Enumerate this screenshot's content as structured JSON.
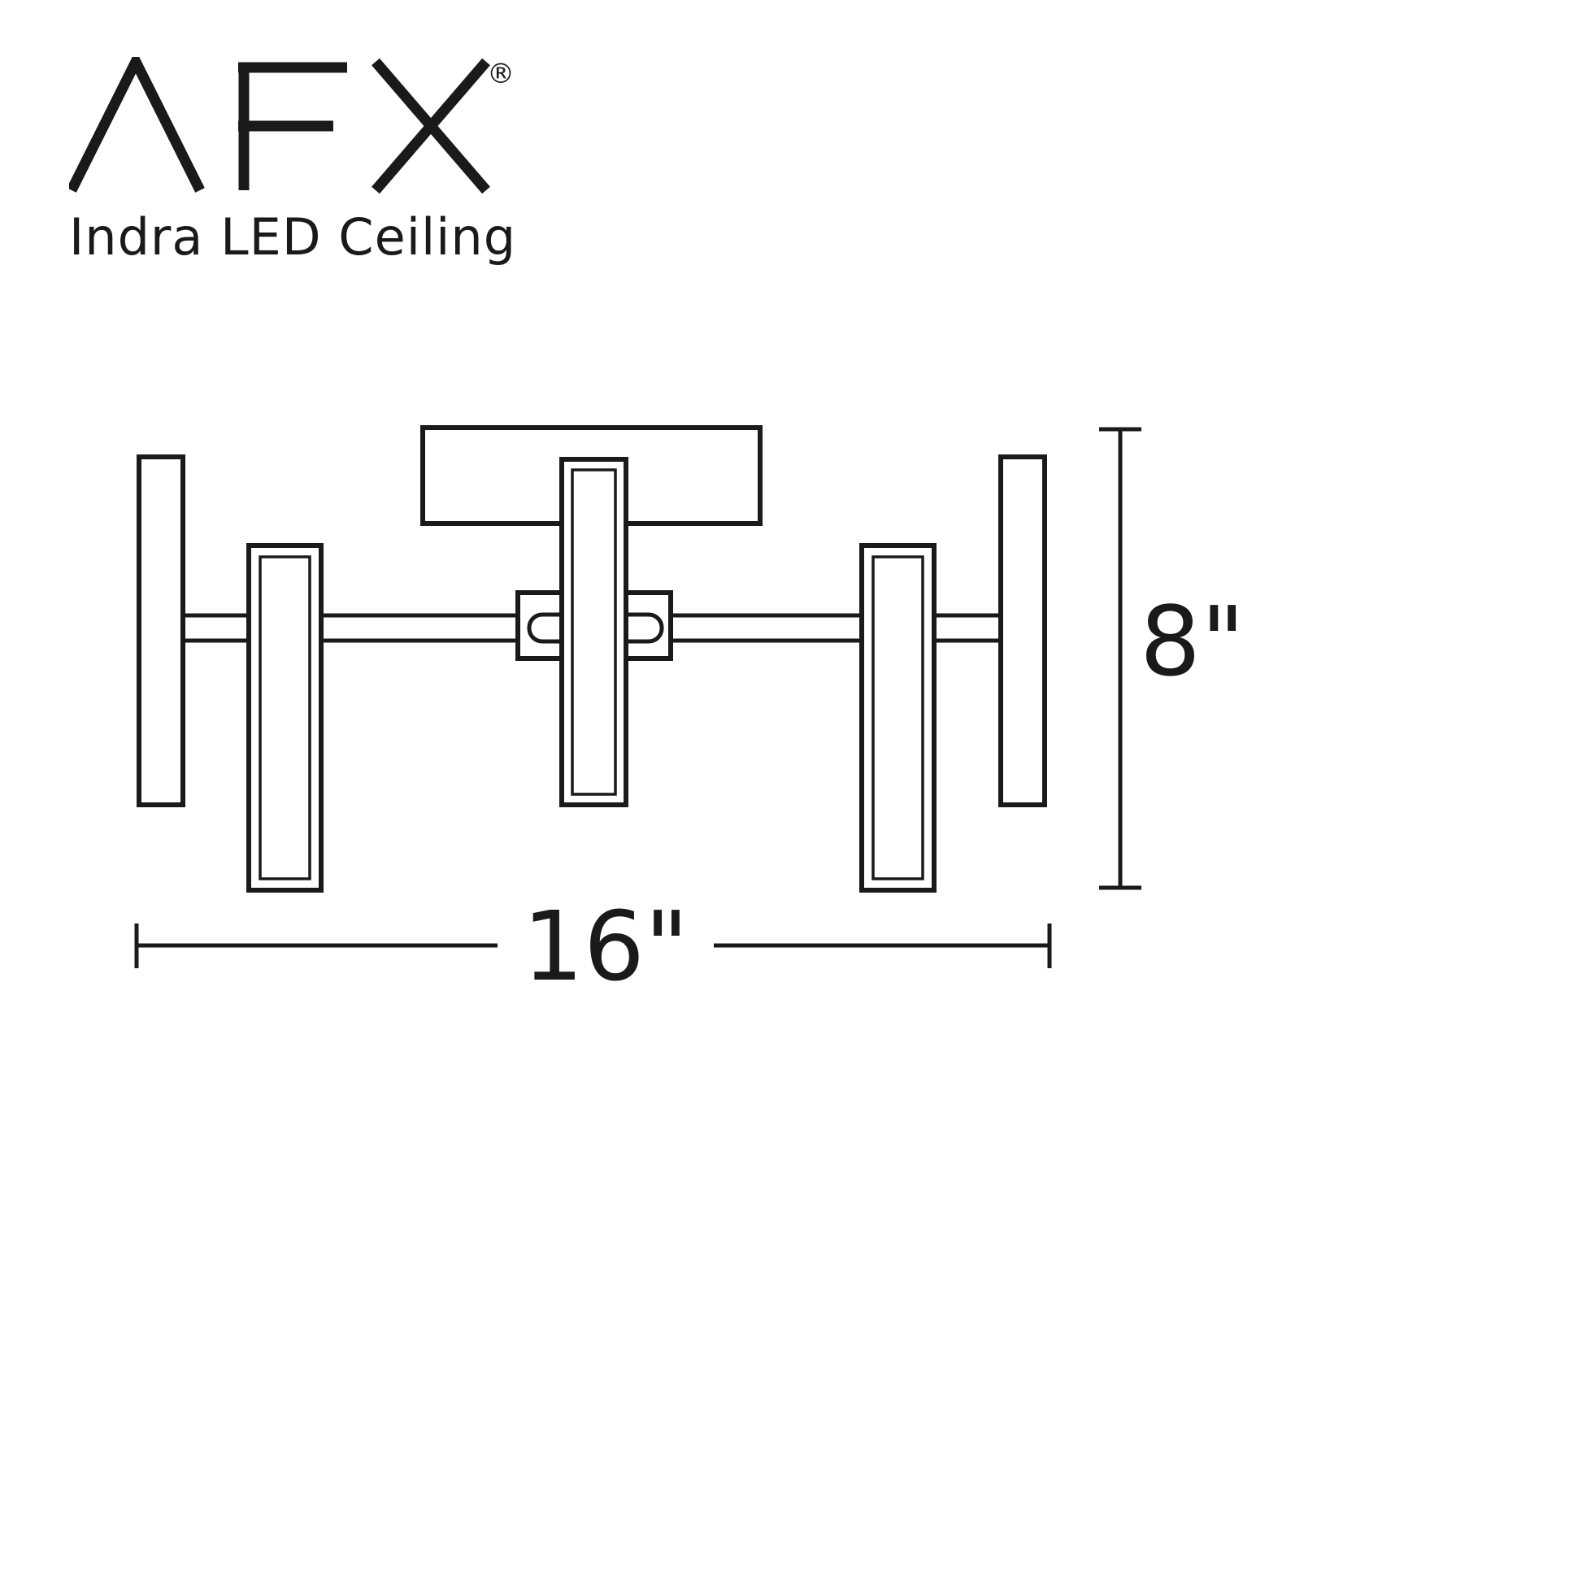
{
  "header": {
    "brand": "AFX",
    "registered_mark": "®",
    "product_name": "Indra LED Ceiling"
  },
  "diagram": {
    "type": "product-dimension-drawing",
    "product": "LED ceiling fixture, front elevation",
    "height_label": "8\"",
    "width_label": "16\"",
    "line_color": "#1a1a1a",
    "background": "#ffffff"
  }
}
